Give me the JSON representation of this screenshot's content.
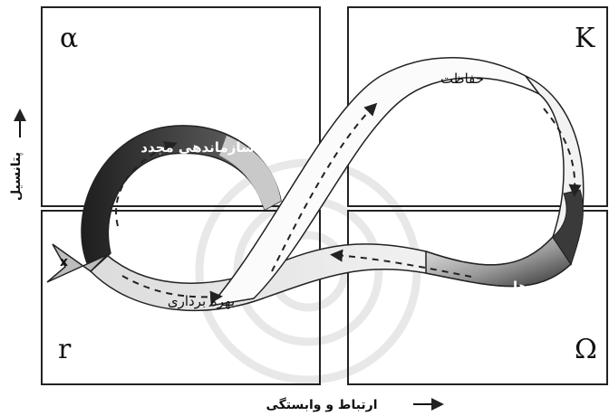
{
  "quadrants": {
    "alpha": "α",
    "k": "K",
    "r": "r",
    "omega": "Ω"
  },
  "phases": {
    "reorganization": "سازماندهی مجدد",
    "conservation": "حفاظت",
    "exploitation": "بهره برداری",
    "release": "رهایی"
  },
  "axes": {
    "y_label": "پتانسیل",
    "x_label": "ارتباط و وابستگی"
  },
  "exit_marker": "x",
  "colors": {
    "band_light": "#f4f4f4",
    "band_dark": "#3b3b3b",
    "band_mid": "#6e6e6e",
    "frame": "#222222",
    "watermark": "#e6e6e6"
  }
}
